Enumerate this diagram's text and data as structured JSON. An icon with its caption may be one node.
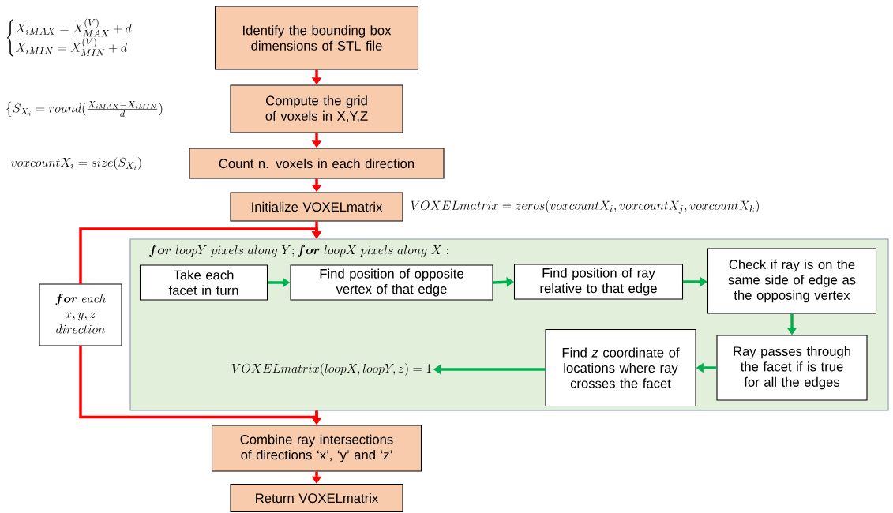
{
  "diagram": {
    "nodes": [
      {
        "text": [
          "Identify the bounding box dimensions of STL file"
        ]
      },
      {
        "text": [
          "Compute the grid of voxels in X,Y,Z"
        ]
      },
      {
        "text": [
          "Count n. voxels in each direction"
        ]
      },
      {
        "text": [
          "Initialize VOXELmatrix"
        ]
      },
      {
        "text": [
          "\\boldsymbol{for}\\ loopY\\ pixels\\ along\\ Y;\\boldsymbol{for}\\ loopX\\ pixels\\ along\\ X:"
        ]
      },
      {
        "text": [
          "Take each facet in turn"
        ],
        "in": 4
      },
      {
        "text": [
          "Find position of opposite vertex of that edge"
        ],
        "in": 4
      },
      {
        "text": [
          "Find position of ray relative to that edge"
        ],
        "in": 4
      },
      {
        "text": [
          "Check if ray is on the same side of edge as the opposing vertex"
        ],
        "in": 4
      },
      {
        "text": [
          "Ray passes through the facet if is true for all the edges"
        ],
        "in": 4
      },
      {
        "text": [
          "Find *z* coordinate of locations where ray crosses the facet"
        ],
        "in": 4
      },
      {
        "text": [
          "VOXELmatrix(loopX,loopY,z)=1"
        ],
        "in": 4
      },
      {
        "text": [
          "\\begin{array}{c}\\boldsymbol{for}\\ each\\\\ x,y,z\\\\ direction\\end{array}"
        ]
      },
      {
        "text": [
          "Combine ray intersections of directions ‘x’, ‘y’ and ‘z’"
        ]
      },
      {
        "text": [
          "Return VOXELmatrix"
        ]
      }
    ],
    "edges": [
      {
        "from": 0,
        "to": 1,
        "arrow": "to"
      },
      {
        "from": 1,
        "to": 2,
        "arrow": "to"
      },
      {
        "from": 2,
        "to": 3,
        "arrow": "to"
      },
      {
        "from": 3,
        "to": 4,
        "arrow": "to"
      },
      {
        "from": 5,
        "to": 6,
        "arrow": "to",
        "color": "#00b050"
      },
      {
        "from": 6,
        "to": 7,
        "arrow": "to",
        "color": "#00b050"
      },
      {
        "from": 7,
        "to": 8,
        "arrow": "to",
        "color": "#00b050"
      },
      {
        "from": 8,
        "to": 9,
        "arrow": "to",
        "color": "#00b050"
      },
      {
        "from": 9,
        "to": 10,
        "arrow": "to",
        "color": "#00b050"
      },
      {
        "from": 10,
        "to": 11,
        "arrow": "to",
        "color": "#00b050"
      },
      {
        "from": 4,
        "to": 12,
        "arrow": "none"
      },
      {
        "from": 12,
        "to": 4,
        "arrow": "to"
      },
      {
        "from": 4,
        "to": 13,
        "arrow": "to"
      },
      {
        "from": 13,
        "to": 14,
        "arrow": "to"
      }
    ],
    "labels": [
      "\\begin{cases}X_{iMAX}=X_{MAX}^{(V)}+d\\\\ X_{iMIN}=X_{MIN}^{(V)}+d\\end{cases}",
      "\\left\\{S_{X_i}=round(\\frac{X_{iMAX}-X_{iMIN}}{d})\\right.",
      "voxcountX_i=size(S_{X_i})",
      "VOXELmatrix=zeros(voxcountX_i,voxcountX_j,voxcountX_k)"
    ]
  }
}
